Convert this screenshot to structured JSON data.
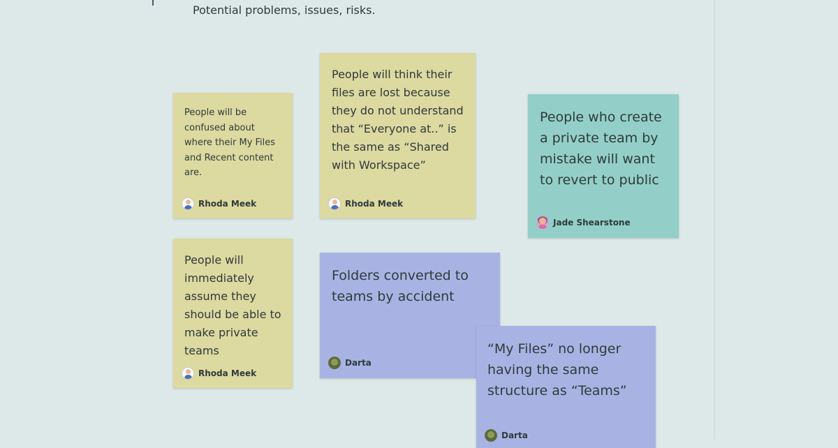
{
  "header": {
    "subtitle": "Potential problems, issues, risks."
  },
  "notes": [
    {
      "text": "People will be confused about where their My Files and Recent content are.",
      "author": "Rhoda Meek"
    },
    {
      "text": "People will think their files are lost because they do not understand that “Everyone at..” is the same as “Shared with Workspace”",
      "author": "Rhoda Meek"
    },
    {
      "text": "People who create a private team by mistake will want to revert to public",
      "author": "Jade Shearstone"
    },
    {
      "text": "People will immediately assume they should be able to make private teams",
      "author": "Rhoda Meek"
    },
    {
      "text": "Folders converted to teams by accident",
      "author": "Darta"
    },
    {
      "text": "“My Files” no longer having the same structure as “Teams”",
      "author": "Darta"
    }
  ],
  "colors": {
    "yellow": "#dcd9a1",
    "teal": "#93cfc8",
    "purple": "#a9b3e3",
    "background": "#dde9e8"
  }
}
